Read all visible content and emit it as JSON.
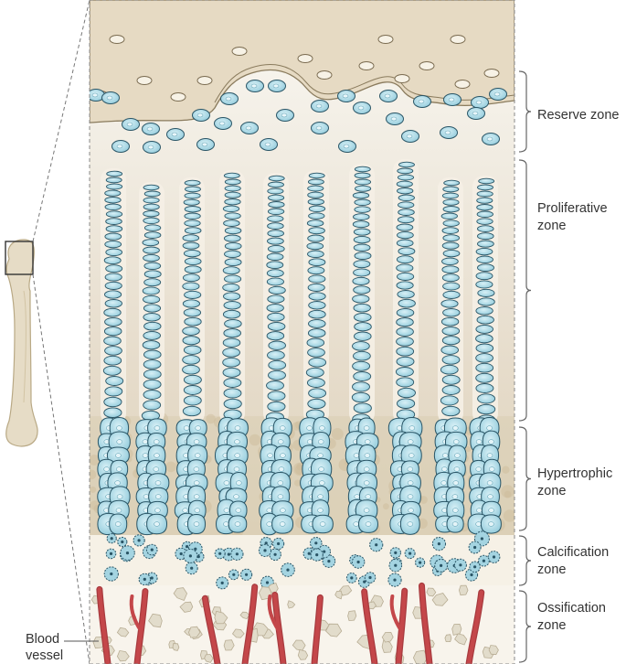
{
  "zones": [
    {
      "id": "reserve",
      "lines": [
        "Reserve zone"
      ]
    },
    {
      "id": "proliferative",
      "lines": [
        "Proliferative",
        "zone"
      ]
    },
    {
      "id": "hypertrophic",
      "lines": [
        "Hypertrophic",
        "zone"
      ]
    },
    {
      "id": "calcification",
      "lines": [
        "Calcification",
        "zone"
      ]
    },
    {
      "id": "ossification",
      "lines": [
        "Ossification",
        "zone"
      ]
    }
  ],
  "callouts": {
    "blood_vessel": [
      "Blood",
      "vessel"
    ]
  },
  "colors": {
    "cell_fill": "#a9d7e3",
    "cell_stroke": "#2a5566",
    "bone_tan": "#e2d6bf",
    "matrix": "#e9e0cd",
    "vessel_red": "#c4474a",
    "bracket": "#666666"
  }
}
